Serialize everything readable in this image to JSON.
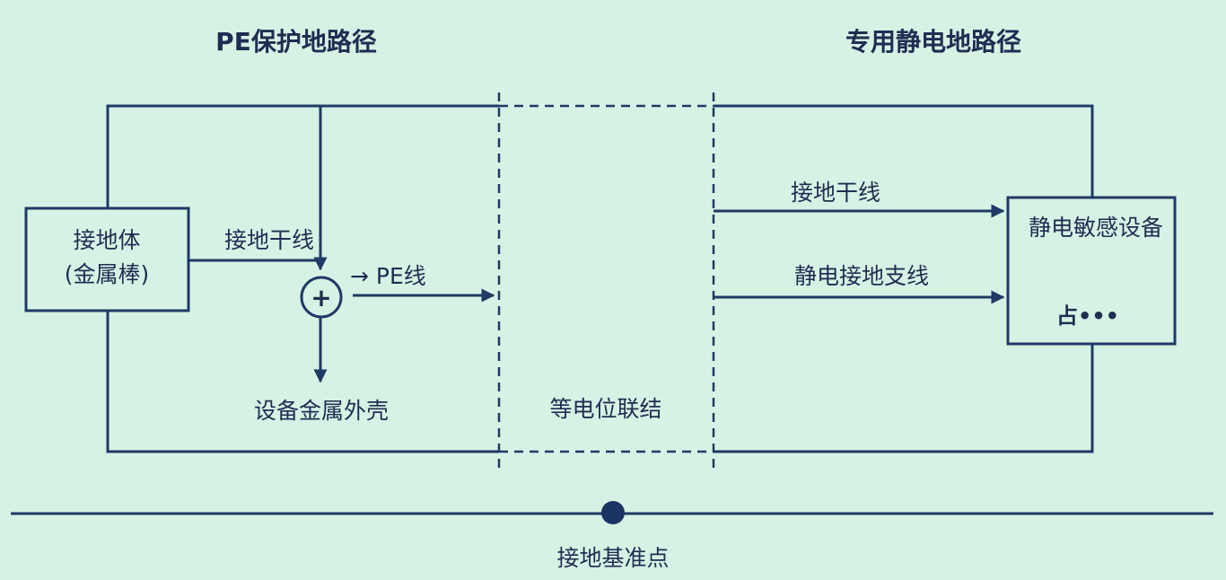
{
  "headings": {
    "left": "PE保护地路径",
    "right": "专用静电地路径"
  },
  "ground_body": {
    "line1": "接地体",
    "line2": "(金属棒)"
  },
  "left_path": {
    "trunk_label": "接地干线",
    "pe_label": "→ PE线",
    "enclosure_label": "设备金属外壳",
    "junction_symbol": "+"
  },
  "middle": {
    "bonding_label": "等电位联结"
  },
  "right_path": {
    "trunk_label": "接地干线",
    "branch_label": "静电接地支线",
    "device_label": "静电敏感设备",
    "device_symbol": "占•••"
  },
  "reference": {
    "label": "接地基准点"
  },
  "colors": {
    "background": "#d6f2e4",
    "line": "#1f3a66",
    "text": "#1e2e52"
  }
}
